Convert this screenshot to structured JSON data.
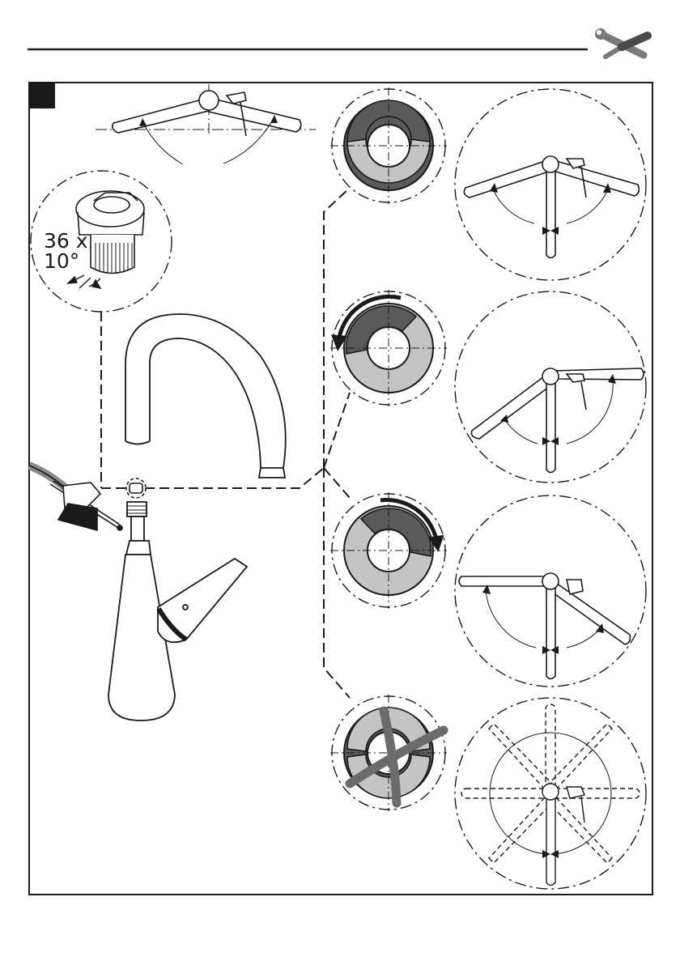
{
  "header": {
    "icon": "wrench-screwdriver-icon"
  },
  "panel": {
    "step_marker_color": "#1a1a1a"
  },
  "detail_zoom": {
    "rotation_count": "36 x",
    "rotation_step": "10°"
  },
  "colors": {
    "line": "#1a1a1a",
    "ring_dark": "#5a5a5a",
    "ring_light": "#c4c4c4",
    "cross_out": "#6b6b6b",
    "background": "#ffffff"
  },
  "rotation_steps": [
    {
      "name": "default-position",
      "ring_arrow": "none"
    },
    {
      "name": "rotated-counterclockwise",
      "ring_arrow": "counterclockwise"
    },
    {
      "name": "rotated-clockwise",
      "ring_arrow": "clockwise"
    },
    {
      "name": "invalid-position",
      "ring_arrow": "crossed-out"
    }
  ]
}
